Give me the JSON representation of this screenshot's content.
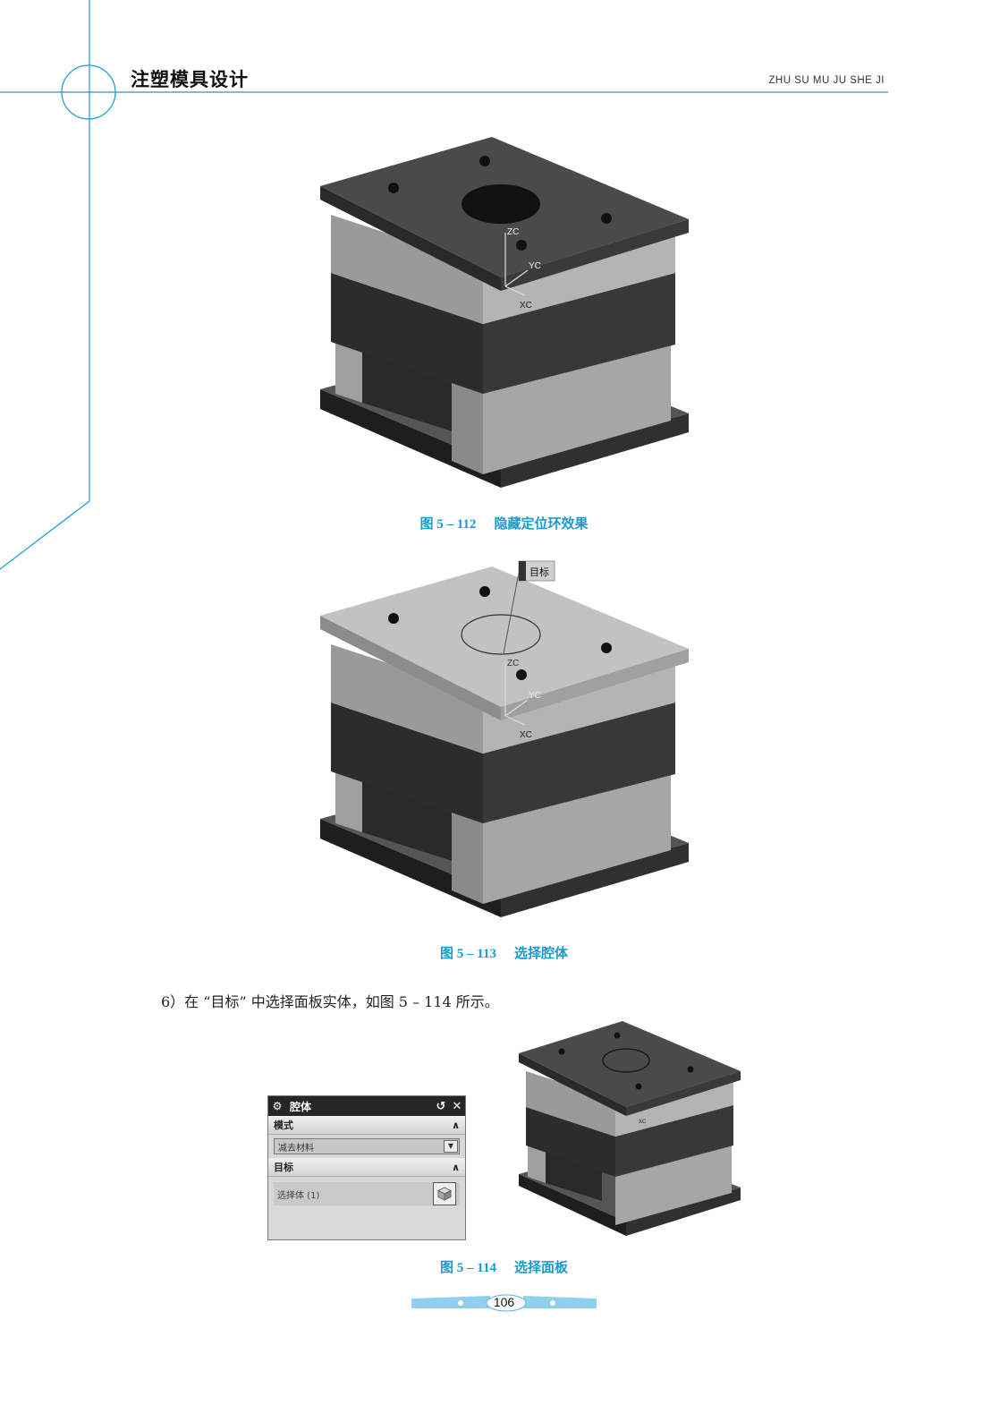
{
  "header": {
    "title": "注塑模具设计",
    "pinyin": "ZHU SU MU JU SHE JI"
  },
  "figures": [
    {
      "caption_num": "图 5 – 112",
      "caption_text": "隐藏定位环效果",
      "labels": {
        "zc": "ZC",
        "yc": "YC",
        "xc": "XC"
      }
    },
    {
      "caption_num": "图 5 – 113",
      "caption_text": "选择腔体",
      "labels": {
        "zc": "ZC",
        "yc": "YC",
        "xc": "XC",
        "target": "目标"
      }
    },
    {
      "caption_num": "图 5 – 114",
      "caption_text": "选择面板",
      "labels": {
        "xc": "XC"
      },
      "dialog": {
        "title": "腔体",
        "mode_section": "模式",
        "mode_value": "减去材料",
        "target_section": "目标",
        "select_body": "选择体 (1)"
      }
    }
  ],
  "body_text": "6）在 “目标” 中选择面板实体，如图 5 – 114 所示。",
  "page_number": "106",
  "colors": {
    "accent": "#1a9bd2",
    "plate_dark": "#2e2e2e",
    "plate_mid": "#9a9a9a",
    "plate_light": "#bdbdbd"
  }
}
